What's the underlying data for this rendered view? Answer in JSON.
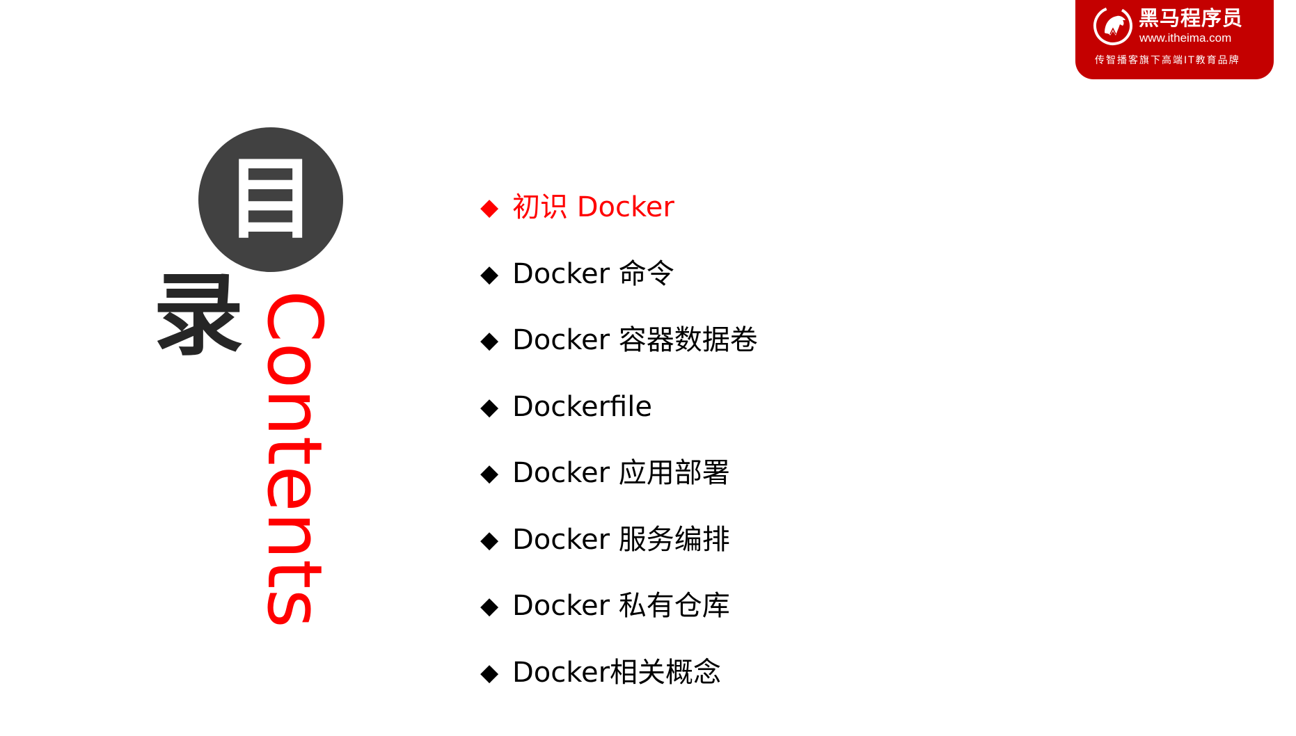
{
  "logo": {
    "brand": "黑马程序员",
    "url": "www.itheima.com",
    "slogan": "传智播客旗下高端IT教育品牌",
    "color": "#c40000"
  },
  "title": {
    "char1": "目",
    "char2": "录",
    "english": "Contents",
    "circle_color": "#414141",
    "accent_color": "#ff0000"
  },
  "toc": {
    "bullet": "◆",
    "items": [
      {
        "label": "初识 Docker",
        "active": true
      },
      {
        "label": "Docker 命令",
        "active": false
      },
      {
        "label": "Docker 容器数据卷",
        "active": false
      },
      {
        "label": "Dockerfile",
        "active": false
      },
      {
        "label": "Docker 应用部署",
        "active": false
      },
      {
        "label": "Docker 服务编排",
        "active": false
      },
      {
        "label": "Docker 私有仓库",
        "active": false
      },
      {
        "label": "Docker相关概念",
        "active": false
      }
    ]
  }
}
